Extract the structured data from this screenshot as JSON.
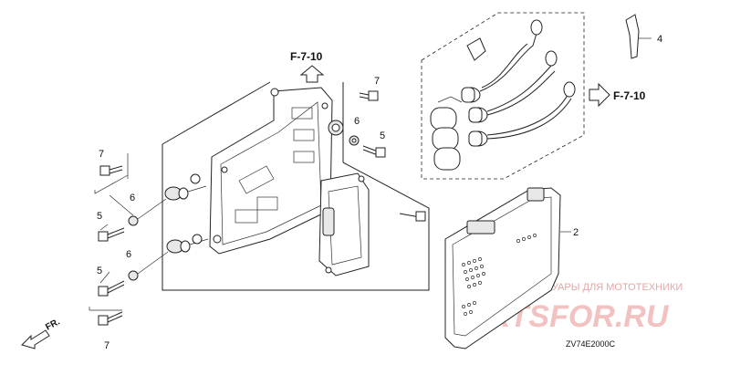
{
  "callouts": {
    "c2": "2",
    "c4": "4",
    "c5a": "5",
    "c5b": "5",
    "c5c": "5",
    "c6a": "6",
    "c6b": "6",
    "c6c": "6",
    "c7a": "7",
    "c7b": "7",
    "c7c": "7"
  },
  "references": {
    "top": "F-7-10",
    "right": "F-7-10"
  },
  "direction_label": "FR.",
  "diagram_code": "ZV74E2000C",
  "watermark": {
    "line1": "ЗАПЧАСТИ И АКСЕССУАРЫ ДЛЯ МОТОТЕХНИКИ",
    "line2": "PARTSFOR.RU"
  },
  "colors": {
    "ink": "#222222",
    "watermark": "#e6a6a6"
  }
}
